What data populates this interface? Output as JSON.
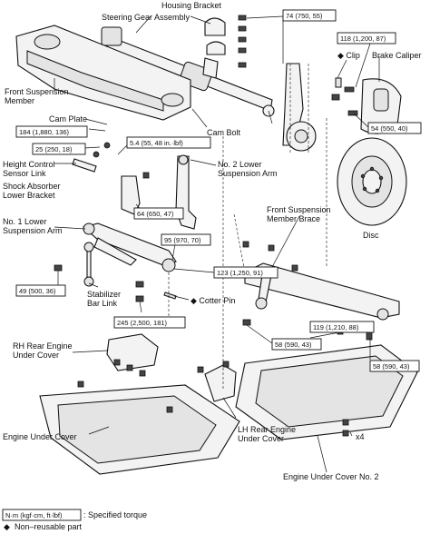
{
  "labels": {
    "housing_bracket": "Housing Bracket",
    "steering_gear": "Steering Gear Assembly",
    "front_susp_member_1": "Front Suspension",
    "front_susp_member_2": "Member",
    "cam_plate": "Cam Plate",
    "cam_bolt": "Cam Bolt",
    "clip": "Clip",
    "brake_caliper": "Brake Caliper",
    "height_control_1": "Height Control",
    "height_control_2": "Sensor Link",
    "shock_bracket_1": "Shock Absorber",
    "shock_bracket_2": "Lower Bracket",
    "no2_arm_1": "No. 2 Lower",
    "no2_arm_2": "Suspension Arm",
    "no1_arm_1": "No. 1 Lower",
    "no1_arm_2": "Suspension Arm",
    "member_brace_1": "Front Suspension",
    "member_brace_2": "Member Brace",
    "disc": "Disc",
    "stabilizer_1": "Stabilizer",
    "stabilizer_2": "Bar Link",
    "cotter_pin": "Cotter Pin",
    "rh_cover_1": "RH Rear Engine",
    "rh_cover_2": "Under Cover",
    "lh_cover_1": "LH Rear Engine",
    "lh_cover_2": "Under Cover",
    "engine_cover": "Engine Under Cover",
    "engine_cover_2": "Engine Under Cover No. 2",
    "x4": "x4"
  },
  "torques": {
    "t74": "74 (750, 55)",
    "t118": "118 (1,200, 87)",
    "t54": "54 (550, 40)",
    "t184": "184 (1,880, 136)",
    "t25": "25 (250, 18)",
    "t54in": "5.4 (55, 48 in.·lbf)",
    "t64": "64 (650, 47)",
    "t95": "95 (970, 70)",
    "t123": "123 (1,250, 91)",
    "t49": "49 (500, 36)",
    "t245": "245 (2,500, 181)",
    "t58a": "58 (590, 43)",
    "t119": "119 (1,210, 88)",
    "t58b": "58 (590, 43)"
  },
  "legend": {
    "unit": "N·m (kgf·cm, ft·lbf)",
    "unit_desc": ": Specified torque",
    "nonreusable": "Non–reusable part",
    "diamond": "◆"
  }
}
